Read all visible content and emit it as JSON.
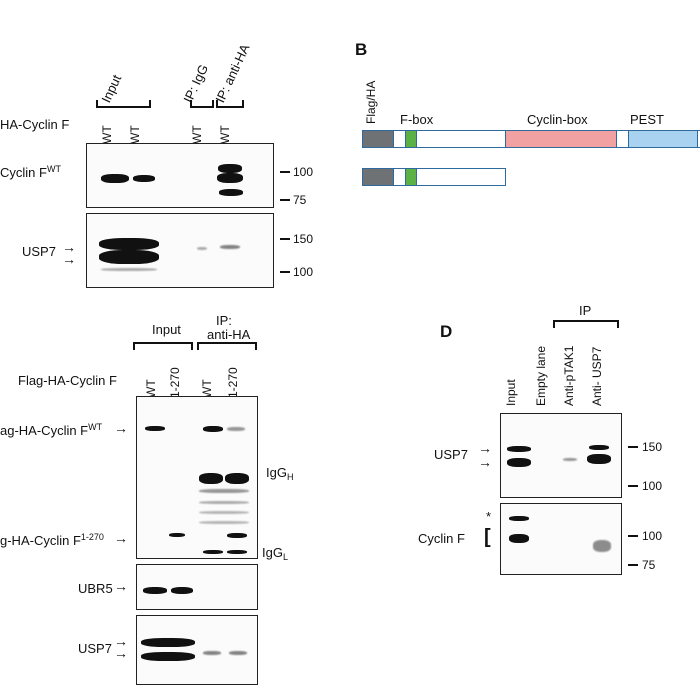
{
  "panelA": {
    "col_input": "Input",
    "col_igg": "IP: IgG",
    "col_antiha": "IP: anti-HA",
    "row_label": "HA-Cyclin F",
    "lane_labels": [
      "WT",
      "WT",
      "WT",
      "WT"
    ],
    "blot1_label": "Cyclin F",
    "blot1_label_sup": "WT",
    "blot2_label": "USP7",
    "markers1": [
      "100",
      "75"
    ],
    "markers2": [
      "150",
      "100"
    ]
  },
  "panelB": {
    "letter": "B",
    "tag_label": "Flag/HA",
    "fbox": "F-box",
    "cyclinbox": "Cyclin-box",
    "pest": "PEST"
  },
  "panelC": {
    "col_input": "Input",
    "col_ip": "IP:",
    "col_ip2": "anti-HA",
    "row_label": "Flag-HA-Cyclin F",
    "lane_labels": [
      "WT",
      "1-270",
      "WT",
      "1-270"
    ],
    "band_wt": "ag-HA-Cyclin F",
    "band_wt_sup": "WT",
    "band_trunc": "g-HA-Cyclin F",
    "band_trunc_sup": "1-270",
    "igg_h": "IgG",
    "igg_h_sub": "H",
    "igg_l": "IgG",
    "igg_l_sub": "L",
    "ubr5": "UBR5",
    "usp7": "USP7"
  },
  "panelD": {
    "letter": "D",
    "ip": "IP",
    "lanes": [
      "Input",
      "Empty lane",
      "Anti-pTAK1",
      "Anti- USP7"
    ],
    "usp7": "USP7",
    "cyclinf": "Cyclin F",
    "star": "*",
    "bracket": "[",
    "markers1": [
      "150",
      "100"
    ],
    "markers2": [
      "100",
      "75"
    ]
  }
}
